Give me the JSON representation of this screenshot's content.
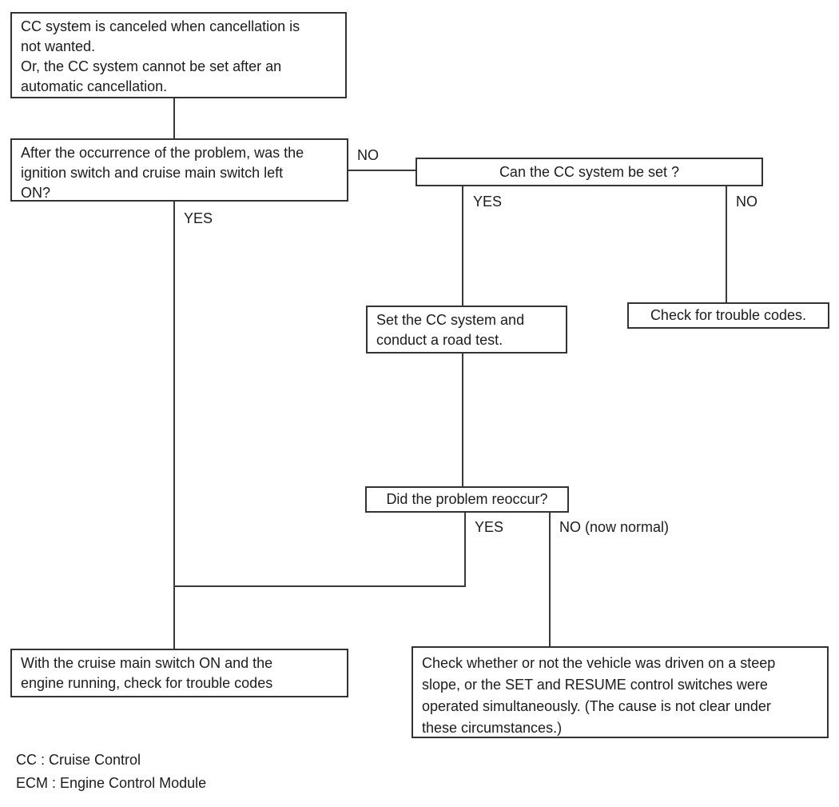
{
  "diagram": {
    "type": "flowchart",
    "subject": "Cruise control system troubleshooting",
    "boxes": {
      "symptom": "CC system is canceled when cancellation is\nnot wanted.\nOr, the CC system cannot be set after an\nautomatic cancellation.",
      "ignition_question": "After the occurrence of the problem, was the\nignition switch and cruise main switch left\nON?",
      "can_set_question": "Can the CC system be set ?",
      "road_test": "Set the CC system and\nconduct a road test.",
      "check_trouble_codes": "Check for trouble codes.",
      "reoccur_question": "Did the problem reoccur?",
      "main_switch_check": "With the cruise main switch ON and the\nengine running, check for trouble codes",
      "steep_slope_check": "Check whether or not the vehicle was driven on a steep\nslope, or the SET and RESUME control switches were\noperated simultaneously. (The cause is not clear under\nthese circumstances.)"
    },
    "labels": {
      "ignition_no": "NO",
      "ignition_yes": "YES",
      "can_set_yes": "YES",
      "can_set_no": "NO",
      "reoccur_yes": "YES",
      "reoccur_no": "NO (now normal)"
    },
    "footnotes": {
      "cc": "CC : Cruise Control",
      "ecm": "ECM : Engine Control Module"
    },
    "colors": {
      "line": "#3a3a3a",
      "text": "#1c1c1c",
      "background": "#ffffff"
    }
  }
}
